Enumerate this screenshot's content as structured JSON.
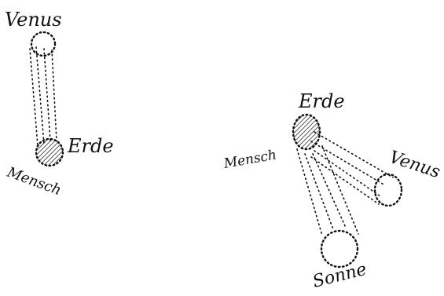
{
  "left_diagram": {
    "venus_label": "Venus",
    "erde_label": "Erde",
    "mensch_label": "Mensch"
  },
  "right_diagram": {
    "erde_label": "Erde",
    "mensch_label": "Mensch",
    "venus_label": "Venus",
    "sonne_label": "Sonne"
  }
}
